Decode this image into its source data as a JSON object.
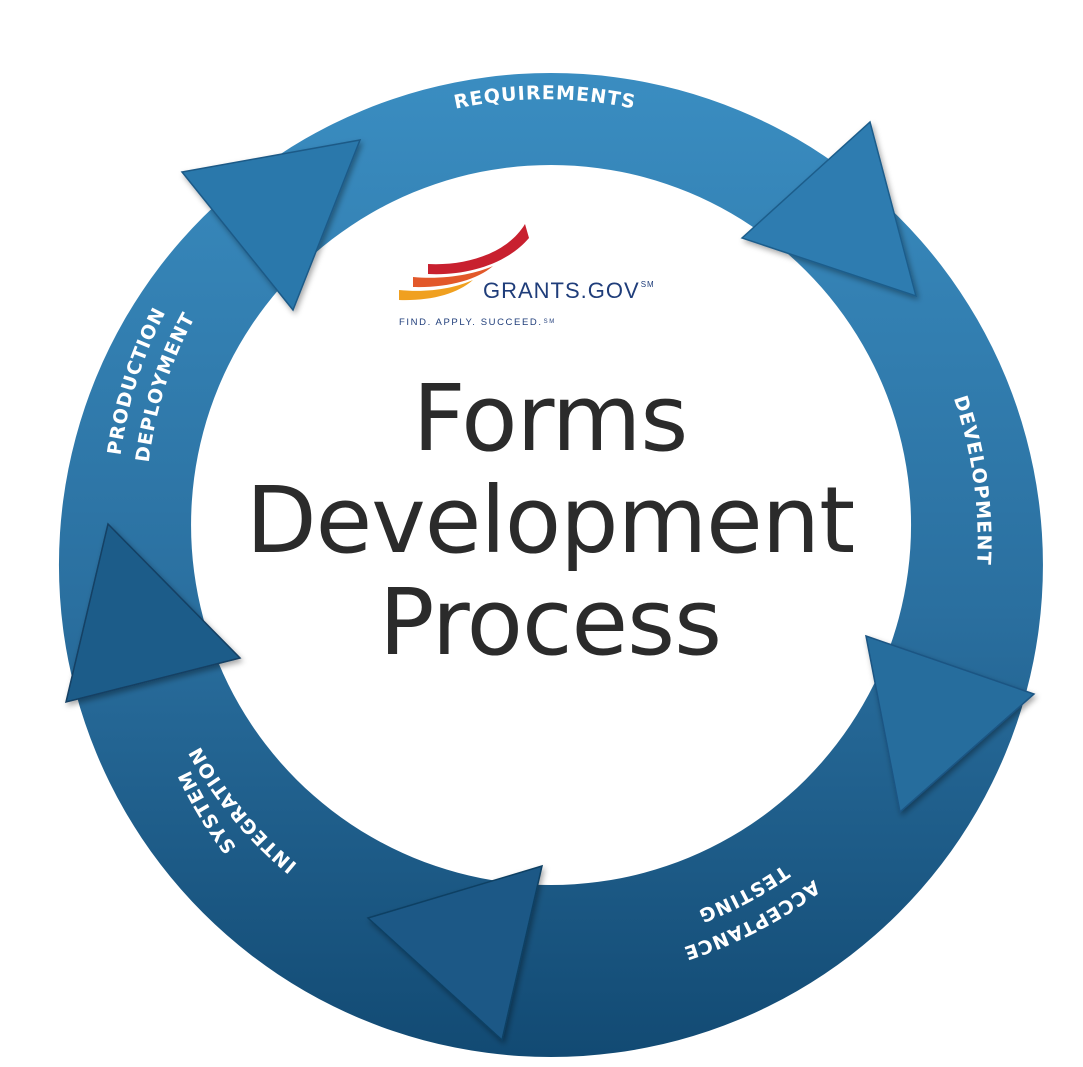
{
  "diagram": {
    "title_lines": [
      "Forms",
      "Development",
      "Process"
    ],
    "stages": [
      {
        "id": "requirements",
        "label": "REQUIREMENTS"
      },
      {
        "id": "development",
        "label": "DEVELOPMENT"
      },
      {
        "id": "acceptance",
        "label_lines": [
          "ACCEPTANCE",
          "TESTING"
        ]
      },
      {
        "id": "integration",
        "label_lines": [
          "SYSTEM",
          "INTEGRATION"
        ]
      },
      {
        "id": "production",
        "label_lines": [
          "PRODUCTION",
          "DEPLOYMENT"
        ]
      }
    ]
  },
  "logo": {
    "name": "GRANTS.GOV",
    "mark": "SM",
    "tagline": "FIND. APPLY. SUCCEED.",
    "tagline_mark": "SM",
    "icon": "grants-gov-swoosh-logo"
  },
  "colors": {
    "ring_top": "#3a8dc1",
    "ring_bottom": "#124a73",
    "arrow_edge": "#0f3f63",
    "title": "#2b2b2b",
    "logo_blue": "#1f3d7a",
    "swoosh_red": "#c8202f",
    "swoosh_orange": "#e2582a",
    "swoosh_yellow": "#f0a020"
  }
}
